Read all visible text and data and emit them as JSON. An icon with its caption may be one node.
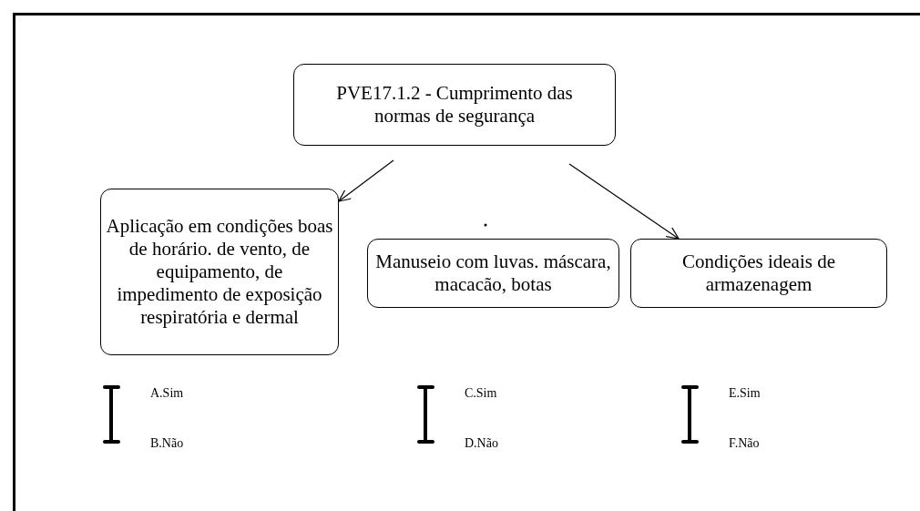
{
  "diagram": {
    "nodes": [
      {
        "text": [
          "PVE17.1.2 - Cumprimento das normas de segurança"
        ]
      },
      {
        "text": [
          "Aplicação em condições boas de horário. de vento, de equipamento, de impedimento de exposição respiratória e dermal"
        ]
      },
      {
        "text": [
          "Manuseio com luvas. máscara, macacão, botas"
        ]
      },
      {
        "text": [
          "Condições ideais de armazenagem"
        ]
      }
    ],
    "edges": [
      {
        "from": 0,
        "to": 1,
        "arrow": "to"
      },
      {
        "from": 0,
        "to": 3,
        "arrow": "to"
      }
    ],
    "labels": [
      "A.Sim",
      "B.Não",
      "C.Sim",
      "D.Não",
      "E.Sim",
      "F.Não"
    ]
  }
}
